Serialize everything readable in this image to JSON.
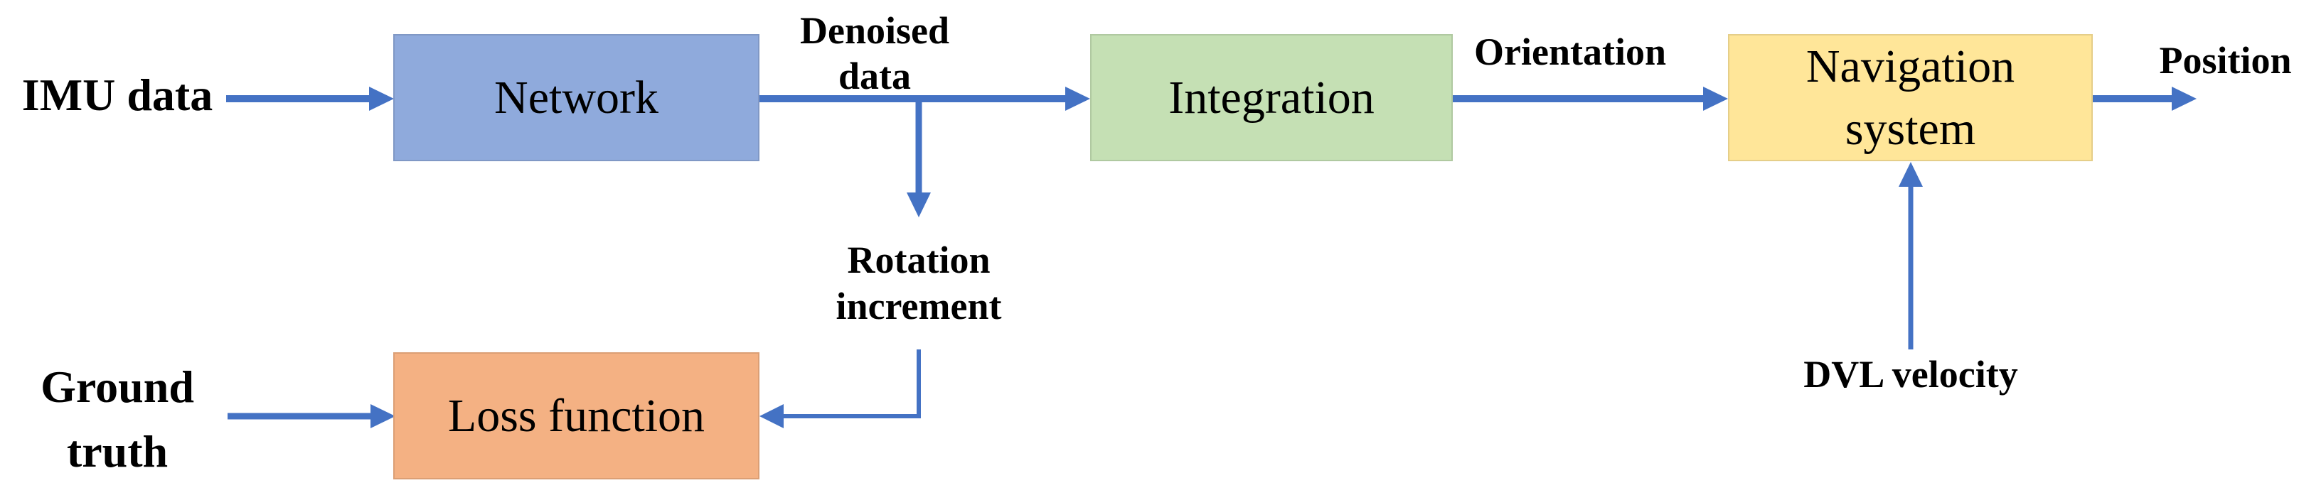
{
  "diagram": {
    "background": "#ffffff",
    "arrow_color": "#4472C4",
    "text_color": "#000000",
    "nodes": {
      "network": {
        "label": "Network",
        "fill": "#8FAADC"
      },
      "integration": {
        "label": "Integration",
        "fill": "#C5E0B4"
      },
      "navigation": {
        "line1": "Navigation",
        "line2": "system",
        "fill": "#FFE699"
      },
      "loss": {
        "label": "Loss function",
        "fill": "#F4B183"
      }
    },
    "labels": {
      "imu": "IMU data",
      "ground": {
        "line1": "Ground",
        "line2": "truth"
      },
      "denoised": {
        "line1": "Denoised",
        "line2": "data"
      },
      "rotation": {
        "line1": "Rotation",
        "line2": "increment"
      },
      "orientation": "Orientation",
      "position": "Position",
      "dvl": "DVL velocity"
    }
  }
}
